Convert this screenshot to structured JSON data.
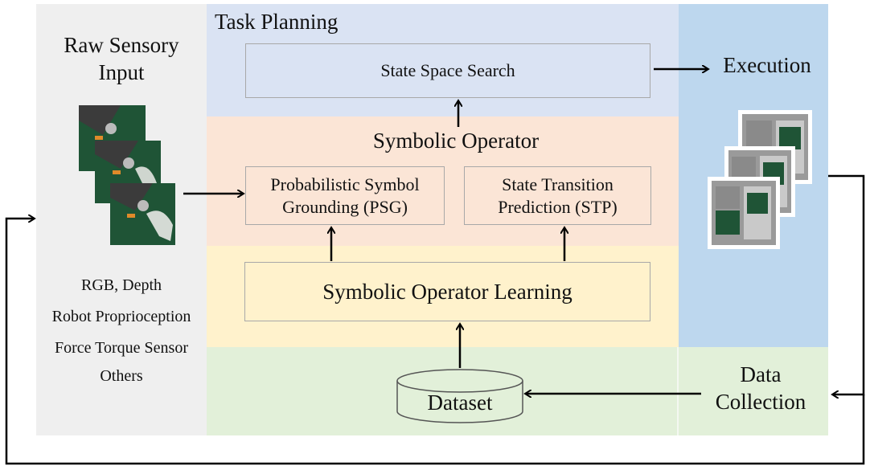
{
  "sections": {
    "raw_sensory_input": "Raw Sensory\nInput",
    "task_planning": "Task Planning",
    "execution": "Execution",
    "symbolic_operator": "Symbolic Operator",
    "data_collection": "Data\nCollection"
  },
  "boxes": {
    "state_space_search": "State Space Search",
    "psg": "Probabilistic Symbol\nGrounding (PSG)",
    "stp": "State Transition\nPrediction (STP)",
    "operator_learning": "Symbolic Operator Learning",
    "dataset": "Dataset"
  },
  "sensor_list": [
    "RGB, Depth",
    "Robot Proprioception",
    "Force Torque Sensor",
    "Others"
  ],
  "colors": {
    "left_panel": "#efefef",
    "task_planning": "#dae3f3",
    "execution": "#bdd7ee",
    "symbolic_operator": "#fbe5d6",
    "operator_learning": "#fff2cc",
    "data_collection": "#e2f0d9"
  }
}
